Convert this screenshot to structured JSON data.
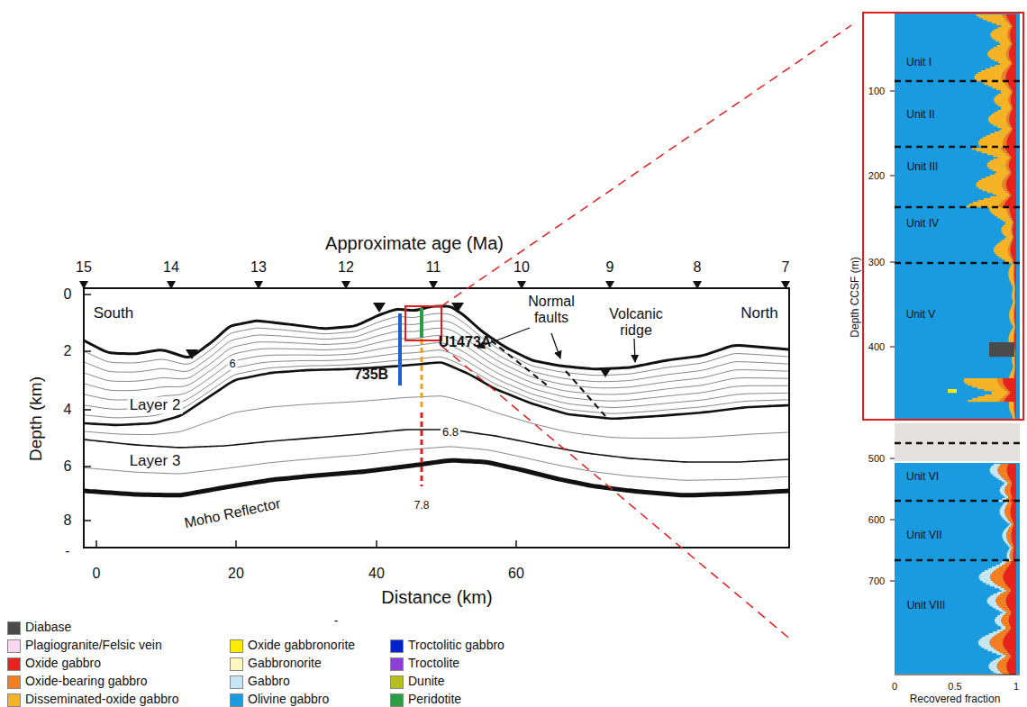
{
  "diagram": {
    "labels": [
      "Approximate age (Ma)",
      "15",
      "14",
      "13",
      "12",
      "11",
      "10",
      "9",
      "8",
      "7",
      "South",
      "North",
      "Normal faults",
      "Volcanic ridge",
      "6",
      "U1473A",
      "735B",
      "Layer 2",
      "Layer 3",
      "6.8",
      "Moho Reflector",
      "7.8",
      "Depth (km)",
      "0",
      "2",
      "4",
      "6",
      "8",
      "-",
      "0",
      "20",
      "40",
      "60",
      "Distance (km)",
      "-",
      "Unit I",
      "Unit II",
      "Unit III",
      "Unit IV",
      "Unit V",
      "Unit VI",
      "Unit VII",
      "Unit VIII",
      "100",
      "200",
      "300",
      "400",
      "500",
      "600",
      "700",
      "Depth CCSF (m)",
      "0",
      "0.5",
      "1",
      "Recovered fraction"
    ],
    "legend": [
      {
        "text": "Diabase",
        "color": "#4a4a4a"
      },
      {
        "text": "Plagiogranite/Felsic vein",
        "color": "#f9d7f1"
      },
      {
        "text": "Oxide gabbro",
        "color": "#e8231e"
      },
      {
        "text": "Oxide-bearing gabbro",
        "color": "#f47e20"
      },
      {
        "text": "Disseminated-oxide gabbro",
        "color": "#f5b325"
      },
      {
        "text": "Oxide gabbronorite",
        "color": "#ffeb00"
      },
      {
        "text": "Gabbronorite",
        "color": "#fff6c0"
      },
      {
        "text": "Gabbro",
        "color": "#c6e6f4"
      },
      {
        "text": "Olivine gabbro",
        "color": "#1a9be0"
      },
      {
        "text": "Troctolitic gabbro",
        "color": "#0022c9"
      },
      {
        "text": "Troctolite",
        "color": "#8b3fd6"
      },
      {
        "text": "Dunite",
        "color": "#b5c01f"
      },
      {
        "text": "Peridotite",
        "color": "#2a9d46"
      }
    ]
  }
}
